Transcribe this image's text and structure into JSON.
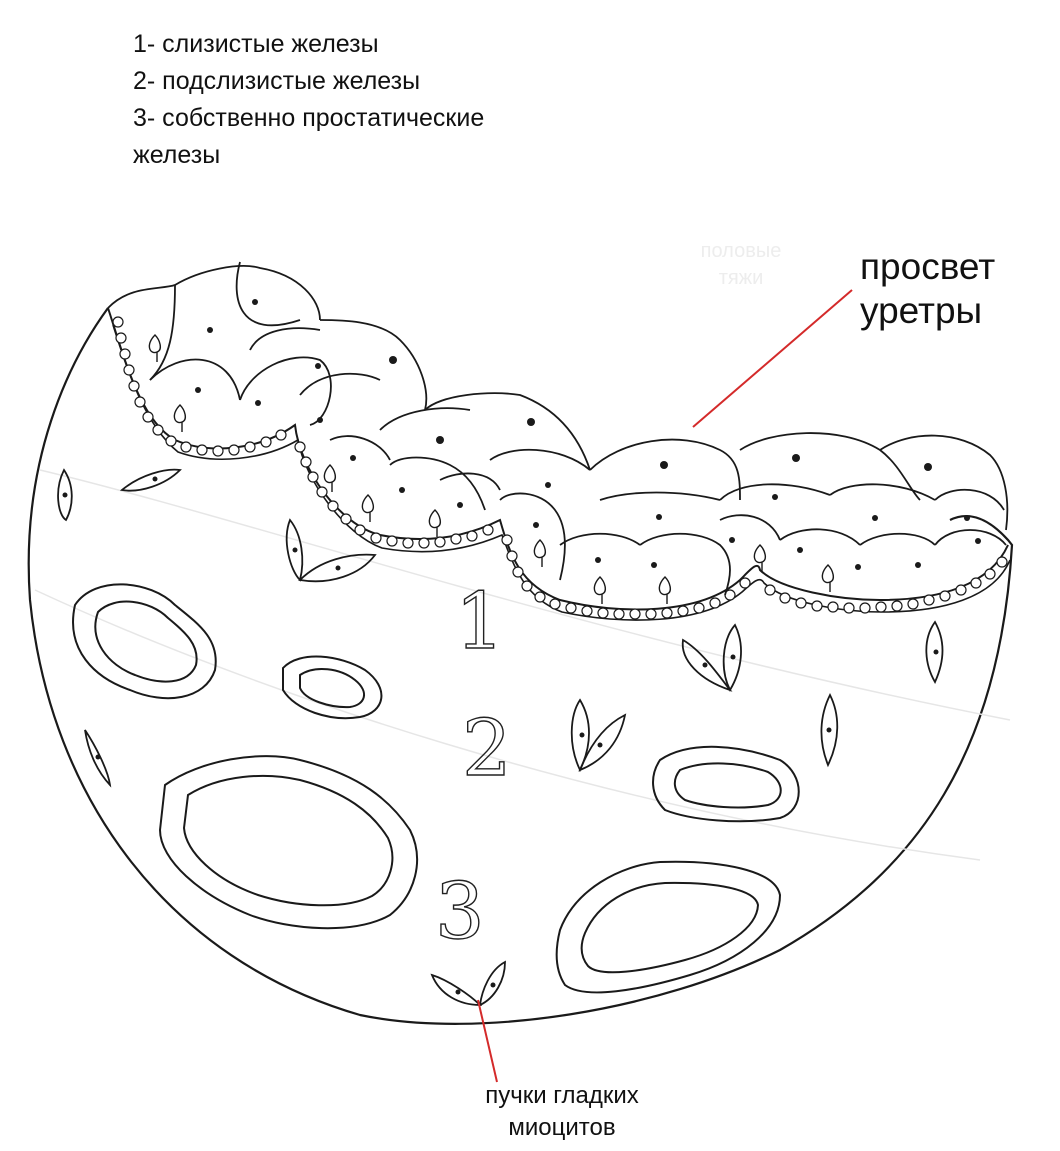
{
  "legend": {
    "item1": "1- слизистые железы",
    "item2": "2- подслизистые железы",
    "item3_line1": "3- собственно простатические",
    "item3_line2": "железы"
  },
  "labels": {
    "lumen_line1": "просвет",
    "lumen_line2": "уретры",
    "faint_line1": "половые",
    "faint_line2": "тяжи",
    "myocytes_line1": "пучки гладких",
    "myocytes_line2": "миоцитов"
  },
  "zones": {
    "zone1": "1",
    "zone2": "2",
    "zone3": "3"
  },
  "colors": {
    "line": "#1a1a1a",
    "pointer": "#d42a2a"
  }
}
